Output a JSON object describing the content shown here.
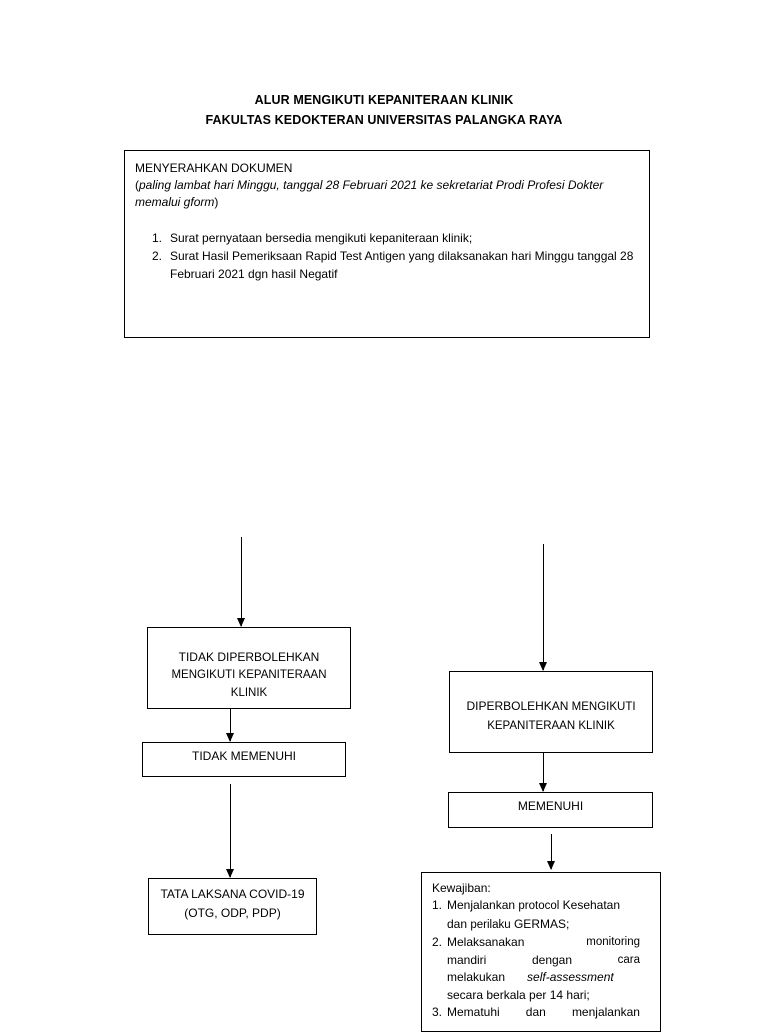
{
  "title": {
    "line1": "ALUR MENGIKUTI KEPANITERAAN KLINIK",
    "line2": "FAKULTAS KEDOKTERAN UNIVERSITAS PALANGKA RAYA"
  },
  "documents": {
    "heading": "MENYERAHKAN DOKUMEN",
    "note_open": "(",
    "note_italic": "paling lambat hari Minggu, tanggal  28 Februari 2021 ke sekretariat Prodi Profesi Dokter memalui gform",
    "note_close": ")",
    "items": [
      {
        "num": "1.",
        "text": "Surat pernyataan bersedia mengikuti kepaniteraan klinik;"
      },
      {
        "num": "2.",
        "text": "Surat Hasil Pemeriksaan Rapid Test Antigen yang dilaksanakan hari Minggu tanggal 28 Februari 2021 dgn hasil Negatif"
      }
    ]
  },
  "left_branch": {
    "not_allowed_line1": "TIDAK DIPERBOLEHKAN",
    "not_allowed_line2": "MENGIKUTI KEPANITERAAN",
    "not_allowed_line3": "KLINIK",
    "not_fulfilled": "TIDAK MEMENUHI",
    "management_line1": "TATA LAKSANA COVID-19",
    "management_line2": "(OTG, ODP, PDP)"
  },
  "right_branch": {
    "allowed_line1_a": "DIPERBOLEHKAN",
    "allowed_line1_b": " MENGIKUTI",
    "allowed_line2": "KEPANITERAAN KLINIK",
    "fulfilled": "MEMENUHI",
    "obligations": {
      "heading": "Kewajiban:",
      "item1": {
        "num": "1.",
        "a": "Menjalankan ",
        "b": "protocol",
        "c": " Kesehatan",
        "d": "dan ",
        "e": "perilaku",
        "f": " GERMAS;"
      },
      "item2": {
        "num": "2.",
        "a": "Melaksanakan",
        "b": "monitoring",
        "c": "mandiri",
        "d": "dengan",
        "e": "cara",
        "f": "melakukan",
        "g": "self-assessment",
        "h": "secara berkala per 14 hari;"
      },
      "item3": {
        "num": "3.",
        "a": "Mematuhi",
        "b": "dan",
        "c": "menjalankan"
      }
    }
  }
}
